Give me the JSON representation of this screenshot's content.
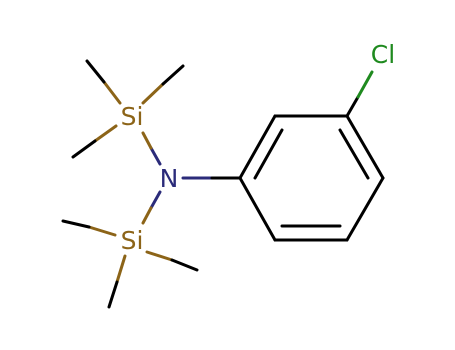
{
  "molecule": {
    "atoms": {
      "chlorine": {
        "label": "Cl",
        "color": "#1f8a1f"
      },
      "silicon_top": {
        "label": "Si",
        "color": "#8c6418"
      },
      "nitrogen": {
        "label": "N",
        "color": "#2b2b7a"
      },
      "silicon_bottom": {
        "label": "Si",
        "color": "#8c6418"
      }
    },
    "bond_color": "#000000"
  }
}
